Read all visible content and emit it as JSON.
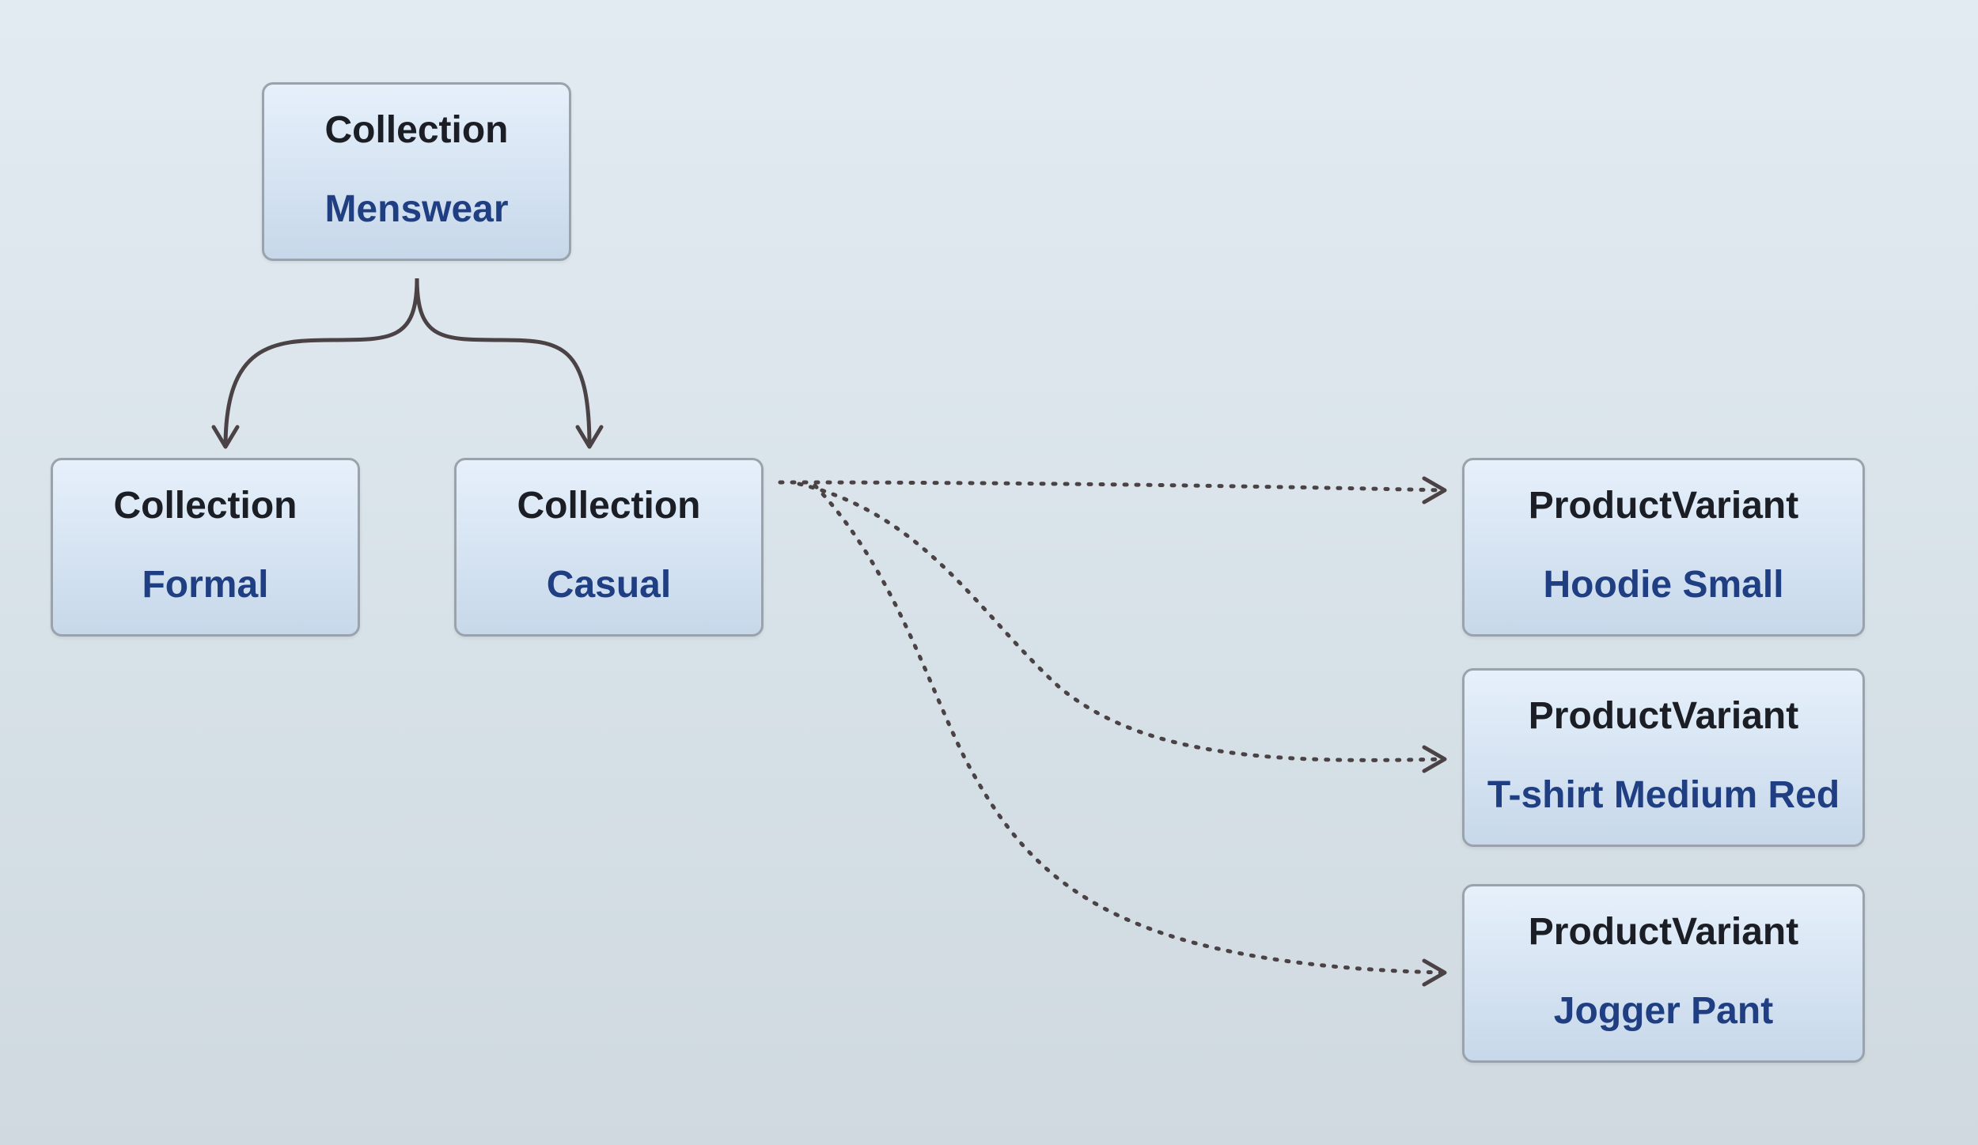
{
  "diagram": {
    "nodes": [
      {
        "id": "menswear",
        "type": "Collection",
        "name": "Menswear"
      },
      {
        "id": "formal",
        "type": "Collection",
        "name": "Formal"
      },
      {
        "id": "casual",
        "type": "Collection",
        "name": "Casual"
      },
      {
        "id": "hoodie",
        "type": "ProductVariant",
        "name": "Hoodie Small"
      },
      {
        "id": "tshirt",
        "type": "ProductVariant",
        "name": "T-shirt Medium Red"
      },
      {
        "id": "jogger",
        "type": "ProductVariant",
        "name": "Jogger Pant"
      }
    ],
    "edges": [
      {
        "from": "menswear",
        "to": "formal",
        "style": "solid"
      },
      {
        "from": "menswear",
        "to": "casual",
        "style": "solid"
      },
      {
        "from": "casual",
        "to": "hoodie",
        "style": "dotted"
      },
      {
        "from": "casual",
        "to": "tshirt",
        "style": "dotted"
      },
      {
        "from": "casual",
        "to": "jogger",
        "style": "dotted"
      }
    ],
    "colors": {
      "edge": "#4a4244",
      "node_border": "#9aa3ac",
      "type_text": "#1b1e24",
      "name_text": "#1f3f82"
    }
  }
}
